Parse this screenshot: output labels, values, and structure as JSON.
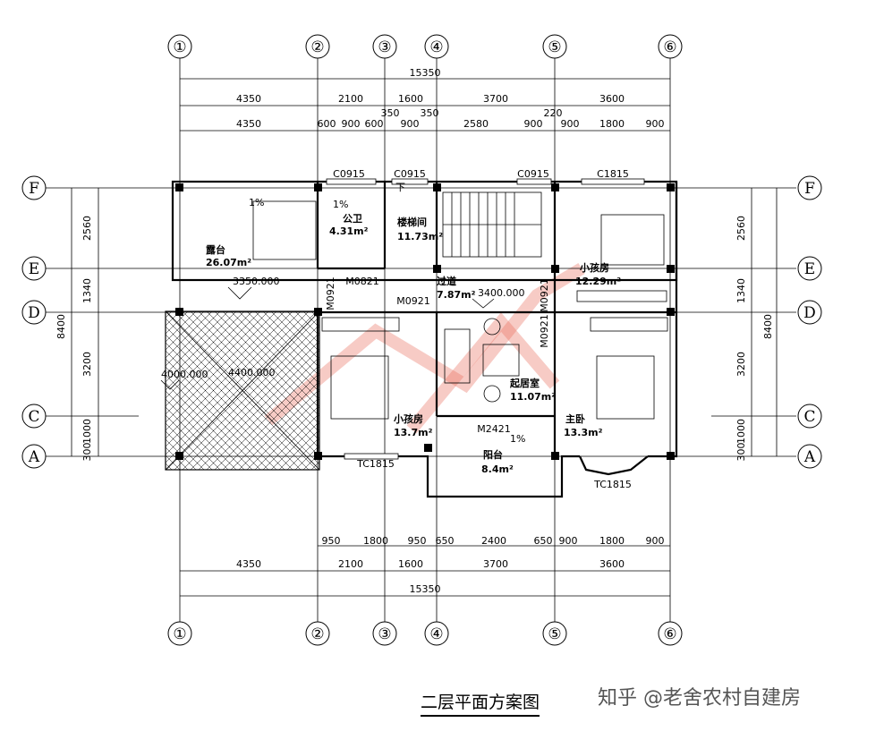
{
  "title": "二层平面方案图",
  "credit": "知乎 @老舍农村自建房",
  "grid_cols": [
    "①",
    "②",
    "③",
    "④",
    "⑤",
    "⑥"
  ],
  "grid_rows": [
    "F",
    "E",
    "D",
    "C",
    "A"
  ],
  "dims_top_total": "15350",
  "dims_top_row1": [
    "4350",
    "2100",
    "1600",
    "3700",
    "3600"
  ],
  "dims_top_row2": [
    "4350",
    "600",
    "900",
    "600",
    "350",
    "900",
    "350",
    "2580",
    "900",
    "220",
    "900",
    "1800",
    "900"
  ],
  "dims_bottom_row1": [
    "950",
    "1800",
    "950",
    "650",
    "2400",
    "650",
    "900",
    "1800",
    "900"
  ],
  "dims_bottom_row2": [
    "4350",
    "2100",
    "1600",
    "3700",
    "3600"
  ],
  "dims_bottom_total": "15350",
  "dims_left": [
    "2560",
    "1340",
    "3200",
    "1000",
    "300"
  ],
  "dims_left_total": "8400",
  "dims_right": [
    "2560",
    "1340",
    "3200",
    "1000",
    "300"
  ],
  "dims_right_total": "8400",
  "windows": [
    "C0915",
    "C0915",
    "C0915",
    "C1815",
    "TC1815",
    "TC1815"
  ],
  "doors": [
    "M0821",
    "M0921",
    "M0921",
    "M0921",
    "M0921",
    "M2421"
  ],
  "levels": [
    "3350.000",
    "3400.000",
    "4000.000",
    "4400.000"
  ],
  "slopes": [
    "1%",
    "1%",
    "1%"
  ],
  "stair_mark": "下",
  "rooms": [
    {
      "name": "露台",
      "area": "26.07m²"
    },
    {
      "name": "公卫",
      "area": "4.31m²"
    },
    {
      "name": "楼梯间",
      "area": "11.73m²"
    },
    {
      "name": "过道",
      "area": "7.87m²"
    },
    {
      "name": "小孩房",
      "area": "12.29m²"
    },
    {
      "name": "起居室",
      "area": "11.07m²"
    },
    {
      "name": "小孩房",
      "area": "13.7m²"
    },
    {
      "name": "主卧",
      "area": "13.3m²"
    },
    {
      "name": "阳台",
      "area": "8.4m²"
    }
  ],
  "colors": {
    "line": "#000000",
    "watermark": "#e86a5a",
    "background": "#ffffff"
  }
}
